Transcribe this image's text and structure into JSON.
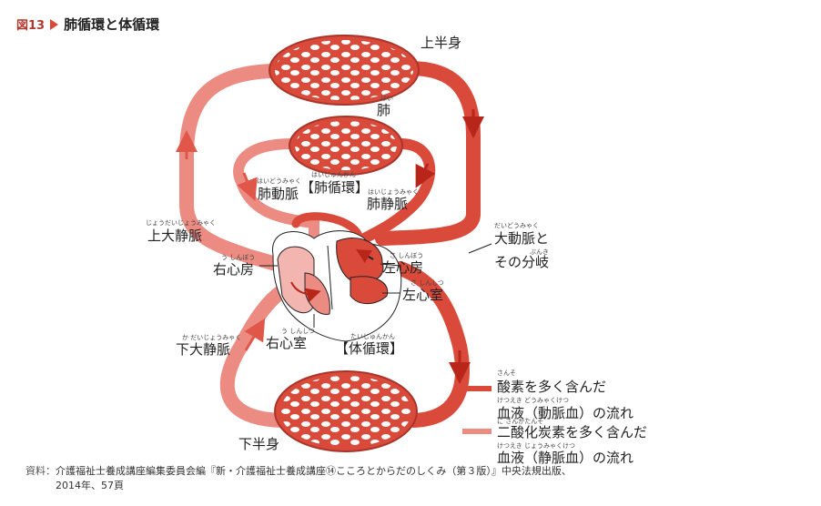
{
  "figure": {
    "number": "図13",
    "title": "肺循環と体循環"
  },
  "labels": {
    "upper_body": "上半身",
    "lung_ruby": "はい",
    "lung": "肺",
    "pulmonary_artery_ruby": "はいどうみゃく",
    "pulmonary_artery": "肺動脈",
    "pulmonary_circulation_ruby": "はいじゅんかん",
    "pulmonary_circulation": "【肺循環】",
    "pulmonary_vein_ruby": "はいじょうみゃく",
    "pulmonary_vein": "肺静脈",
    "superior_vena_cava_ruby": "じょうだいじょうみゃく",
    "superior_vena_cava": "上大静脈",
    "right_atrium_ruby": "う しんぼう",
    "right_atrium": "右心房",
    "aorta_ruby": "だいどうみゃく",
    "aorta_line1": "大動脈と",
    "aorta_line2": "その分岐",
    "aorta_line2_ruby": "ぶんき",
    "left_atrium_ruby": "さ しんぼう",
    "left_atrium": "左心房",
    "left_ventricle_ruby": "さ しんしつ",
    "left_ventricle": "左心室",
    "inferior_vena_cava_ruby": "か だいじょうみゃく",
    "inferior_vena_cava": "下大静脈",
    "right_ventricle_ruby": "う しんしつ",
    "right_ventricle": "右心室",
    "systemic_circulation_ruby": "たいじゅんかん",
    "systemic_circulation": "【体循環】",
    "lower_body": "下半身"
  },
  "legend": {
    "oxygen_rich_line1_ruby": "さんそ",
    "oxygen_rich_line1": "酸素を多く含んだ",
    "oxygen_rich_line2_ruby": "けつえき どうみゃくけつ",
    "oxygen_rich_line2": "血液（動脈血）の流れ",
    "co2_rich_line1_ruby": "に さんかたんそ",
    "co2_rich_line1": "二酸化炭素を多く含んだ",
    "co2_rich_line2_ruby": "けつえき じょうみゃくけつ",
    "co2_rich_line2": "血液（静脈血）の流れ",
    "arterial_color": "#d94a3a",
    "venous_color": "#eb8b82"
  },
  "source": {
    "label": "資料：",
    "line1": "介護福祉士養成講座編集委員会編『新・介護福祉士養成講座⑭こころとからだのしくみ（第３版）』中央法規出版、",
    "line2": "2014年、57頁"
  }
}
